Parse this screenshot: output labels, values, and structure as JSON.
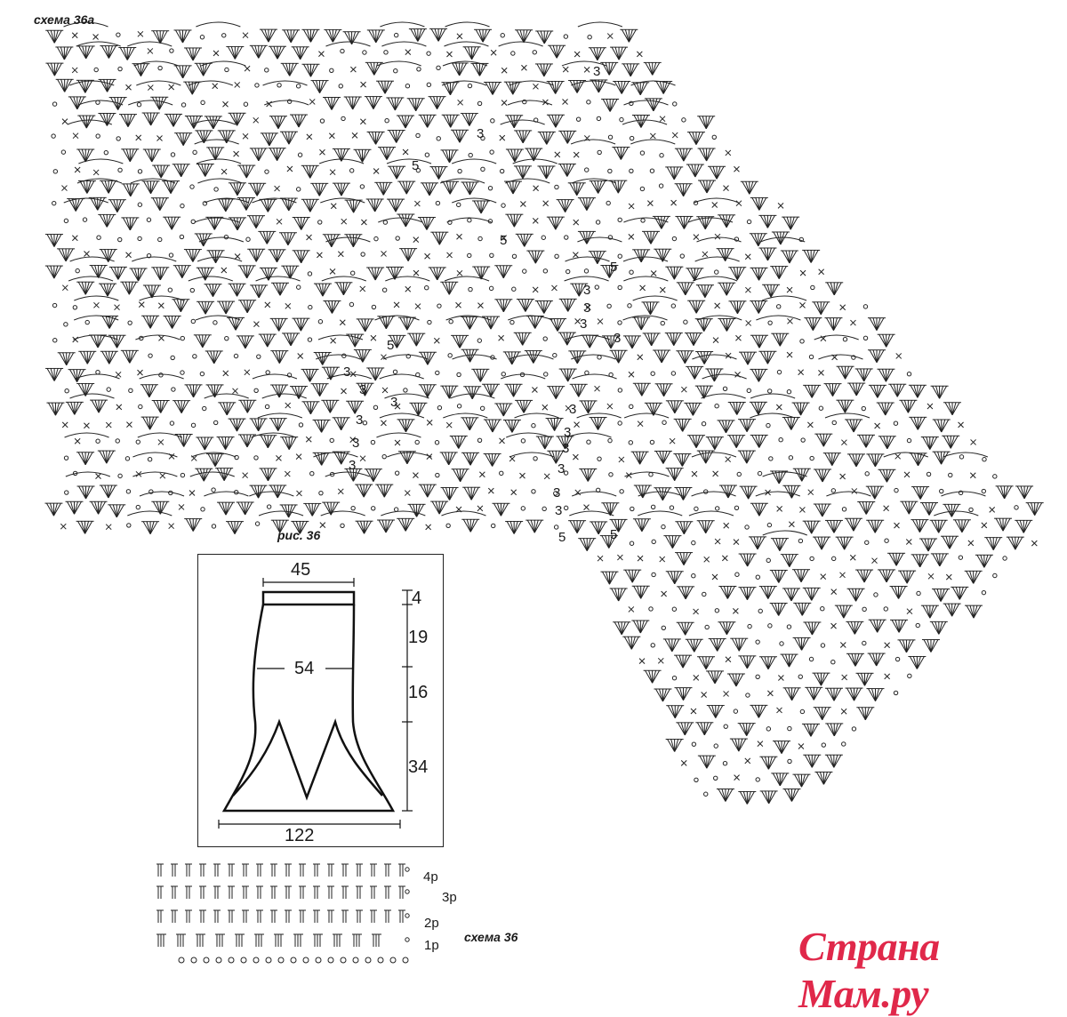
{
  "labels": {
    "schema_a": "схема 36а",
    "figure": "рис. 36",
    "schema_b": "схема 36"
  },
  "chart_numbers": {
    "top_3": "3",
    "a": "5",
    "b": "3",
    "c": "5",
    "d": "5",
    "e": "3",
    "f": "3",
    "g": "3",
    "h": "3",
    "i": "3",
    "j": "3",
    "k": "5",
    "l": "3",
    "m": "3",
    "n": "3",
    "o": "3",
    "p": "3",
    "q": "3",
    "r": "3",
    "s": "3",
    "t": "5",
    "u": "3",
    "v": "3",
    "w": "5"
  },
  "dimensions": {
    "waistband_width": "45",
    "hip_width": "54",
    "hem_width": "122",
    "waistband_height": "4",
    "upper_height": "19",
    "middle_height": "16",
    "lower_height": "34"
  },
  "rows": {
    "r4": "4р",
    "r3": "3р",
    "r2": "2р",
    "r1": "1р"
  },
  "logo": {
    "text": "Страна Мам.ру"
  }
}
